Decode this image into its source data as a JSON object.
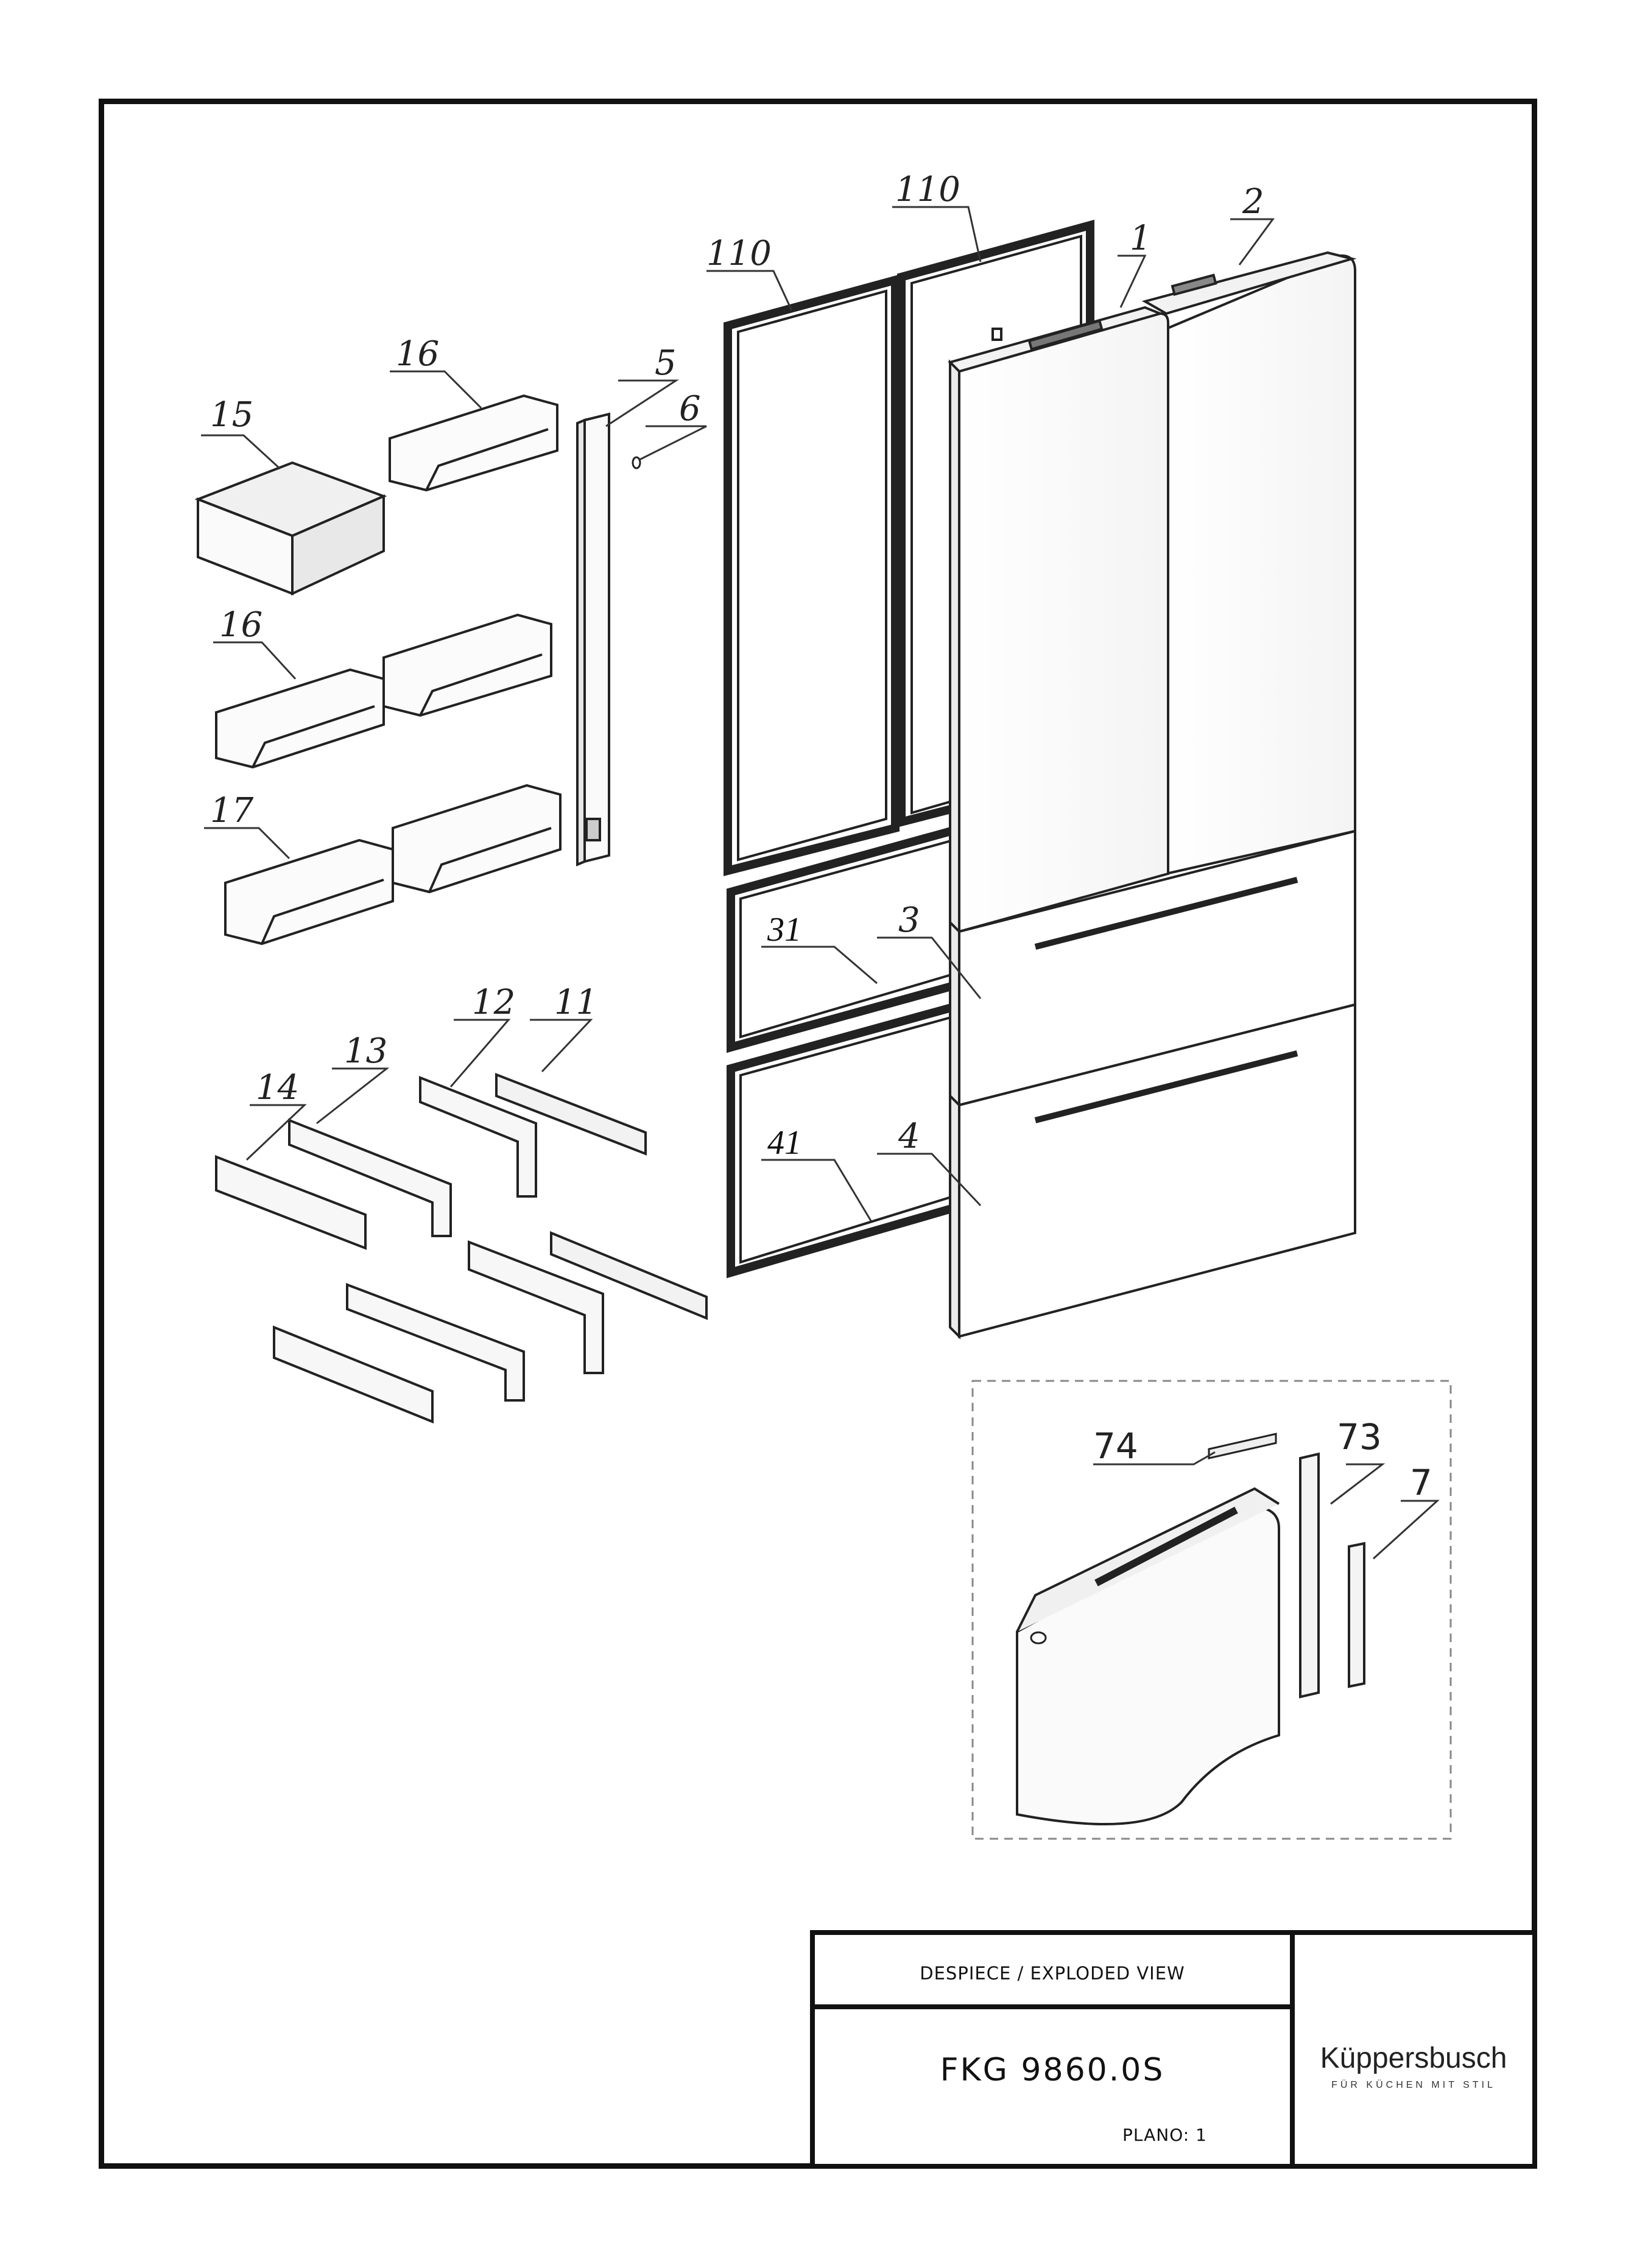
{
  "title_block": {
    "header": "DESPIECE / EXPLODED VIEW",
    "model": "FKG 9860.0S",
    "plano": "PLANO: 1",
    "brand": "Küppersbusch",
    "slogan": "FÜR KÜCHEN MIT STIL"
  },
  "callouts": {
    "seal_upper_left": "110",
    "seal_upper_right": "110",
    "door_left": "1",
    "door_right": "2",
    "hinge_bar": "5",
    "hinge_pin": "6",
    "box_15": "15",
    "shelf_16_top": "16",
    "shelf_16_mid": "16",
    "shelf_17": "17",
    "seal_31": "31",
    "drawer_3": "3",
    "seal_41": "41",
    "drawer_4": "4",
    "rail_11": "11",
    "rail_12": "12",
    "rail_13": "13",
    "rail_14": "14",
    "detail_74": "74",
    "detail_73": "73",
    "detail_7": "7"
  }
}
